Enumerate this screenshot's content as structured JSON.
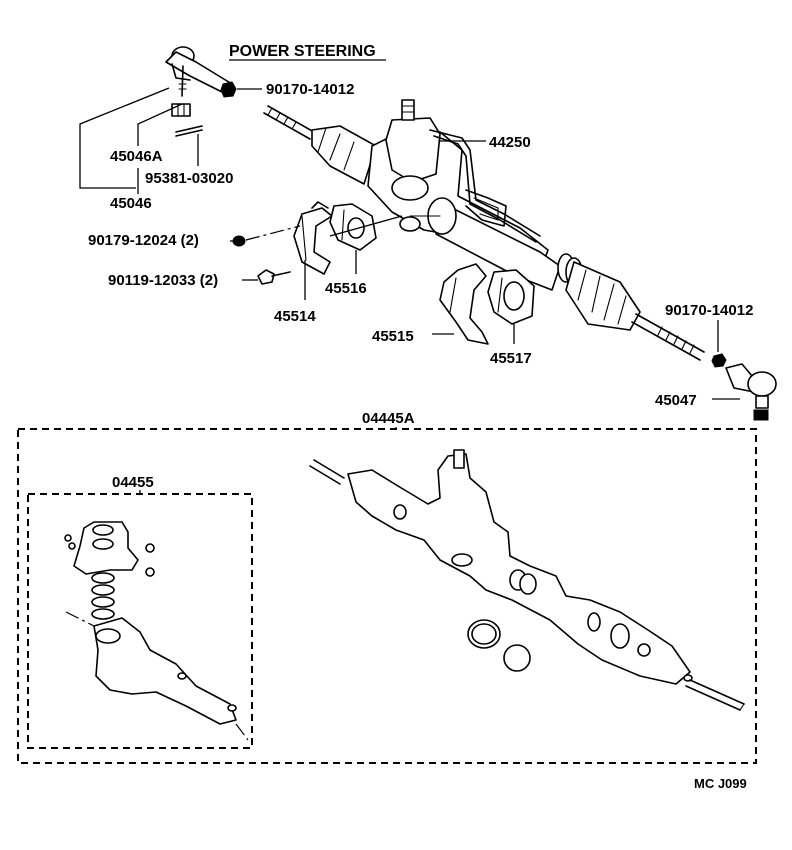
{
  "title": "POWER STEERING",
  "parts": {
    "p90170_14012_upper": "90170-14012",
    "p44250": "44250",
    "p45046A": "45046A",
    "p95381_03020": "95381-03020",
    "p45046": "45046",
    "p90179_12024": "90179-12024 (2)",
    "p90119_12033": "90119-12033 (2)",
    "p45516": "45516",
    "p45514": "45514",
    "p45515": "45515",
    "p45517": "45517",
    "p90170_14012_lower": "90170-14012",
    "p45047": "45047",
    "p04445A": "04445A",
    "p04455": "04455"
  },
  "diagram_code": "MC J099"
}
